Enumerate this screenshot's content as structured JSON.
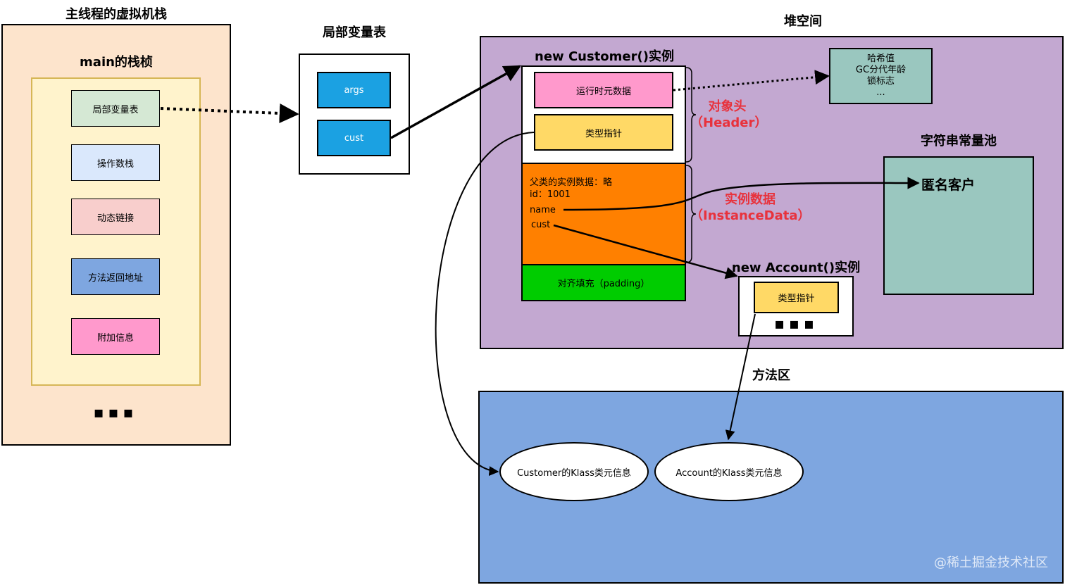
{
  "stack": {
    "title": "主线程的虚拟机栈",
    "frame_title": "main的栈桢",
    "items": [
      {
        "label": "局部变量表"
      },
      {
        "label": "操作数栈"
      },
      {
        "label": "动态链接"
      },
      {
        "label": "方法返回地址"
      },
      {
        "label": "附加信息"
      }
    ],
    "ellipsis": "▪▪▪"
  },
  "local_table": {
    "title": "局部变量表",
    "items": [
      {
        "label": "args"
      },
      {
        "label": "cust"
      }
    ]
  },
  "heap": {
    "title": "堆空间",
    "customer": {
      "title": "new Customer()实例",
      "runtime_meta": "运行时元数据",
      "type_pointer": "类型指针",
      "instance_lines": {
        "parent": "父类的实例数据：略",
        "id": "id：1001",
        "name": "name",
        "cust": "cust"
      },
      "padding": "对齐填充（padding）"
    },
    "header_note": {
      "line1": "哈希值",
      "line2": "GC分代年龄",
      "line3": "锁标志",
      "line4": "..."
    },
    "header_label": {
      "line1": "对象头",
      "line2": "（Header）"
    },
    "instance_label": {
      "line1": "实例数据",
      "line2": "（InstanceData）"
    },
    "string_pool": {
      "title": "字符串常量池",
      "value": "匿名客户"
    },
    "account": {
      "title": "new Account()实例",
      "type_pointer": "类型指针",
      "ellipsis": "▪▪▪"
    }
  },
  "method_area": {
    "title": "方法区",
    "customer_klass": "Customer的Klass类元信息",
    "account_klass": "Account的Klass类元信息"
  },
  "watermark": "@稀土掘金技术社区",
  "colors": {
    "stack_bg": "#fde4cc",
    "frame_bg": "#fff3cc",
    "heap_bg": "#c3a8d1",
    "method_bg": "#7ea6e0",
    "pool_bg": "#9ac7bf",
    "args_bg": "#1ba1e2",
    "runtime_bg": "#ff99cc",
    "pointer_bg": "#ffd966",
    "instance_bg": "#ff8000",
    "padding_bg": "#00cc00",
    "label_red": "#e8323c"
  }
}
